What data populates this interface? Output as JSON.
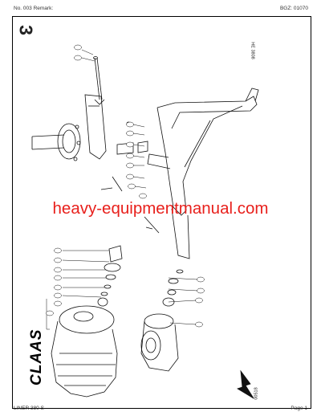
{
  "header": {
    "left": "No. 003   Remark:",
    "right": "BGZ: 01070"
  },
  "page_number": "3",
  "drawing_code": "HE 3808",
  "footer_code": "00518",
  "logo_text": "CLAAS",
  "watermark": "heavy-equipmentmanual.com",
  "footer": {
    "left": "LINER 380 S",
    "right": "Page 1"
  }
}
